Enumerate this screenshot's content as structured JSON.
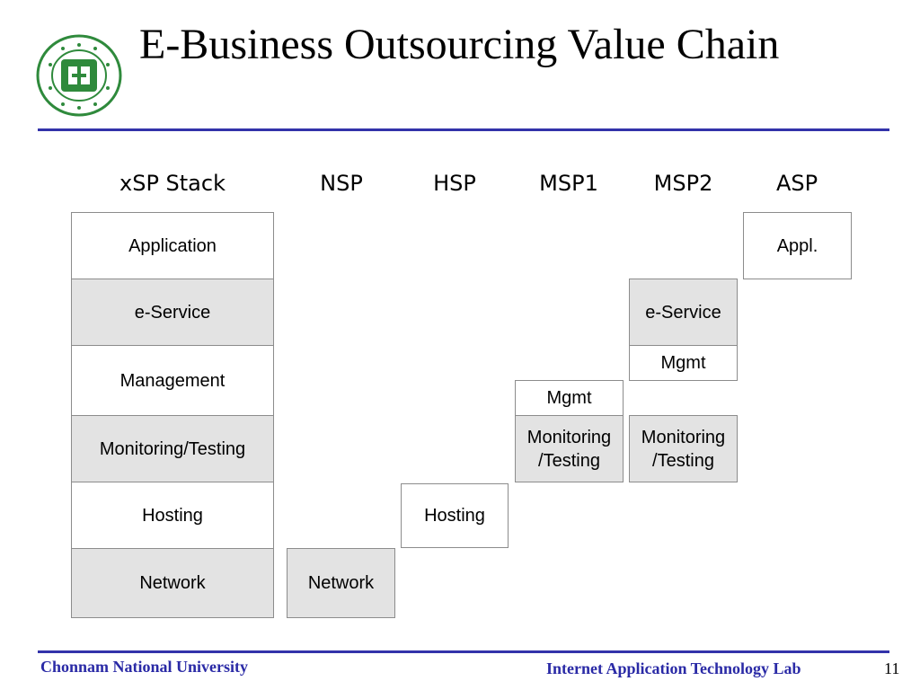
{
  "slide": {
    "title": "E-Business Outsourcing Value Chain"
  },
  "columns": {
    "stack": "xSP Stack",
    "nsp": "NSP",
    "hsp": "HSP",
    "msp1": "MSP1",
    "msp2": "MSP2",
    "asp": "ASP"
  },
  "stack_layers": {
    "application": "Application",
    "eservice": "e-Service",
    "management": "Management",
    "monitoring": "Monitoring/Testing",
    "hosting": "Hosting",
    "network": "Network"
  },
  "nsp": {
    "network": "Network"
  },
  "hsp": {
    "hosting": "Hosting"
  },
  "msp1": {
    "mgmt": "Mgmt",
    "monitoring_line1": "Monitoring",
    "monitoring_line2": "/Testing"
  },
  "msp2": {
    "eservice": "e-Service",
    "mgmt": "Mgmt",
    "monitoring_line1": "Monitoring",
    "monitoring_line2": "/Testing"
  },
  "asp": {
    "appl": "Appl."
  },
  "footer": {
    "university": "Chonnam National University",
    "lab": "Internet Application Technology Lab",
    "page": "11"
  },
  "colors": {
    "rule": "#3333aa",
    "footer_text": "#2a2aa6",
    "box_gray": "#e3e3e3",
    "logo_green": "#2f8a3c"
  },
  "icons": {
    "logo": "university-seal-logo"
  }
}
